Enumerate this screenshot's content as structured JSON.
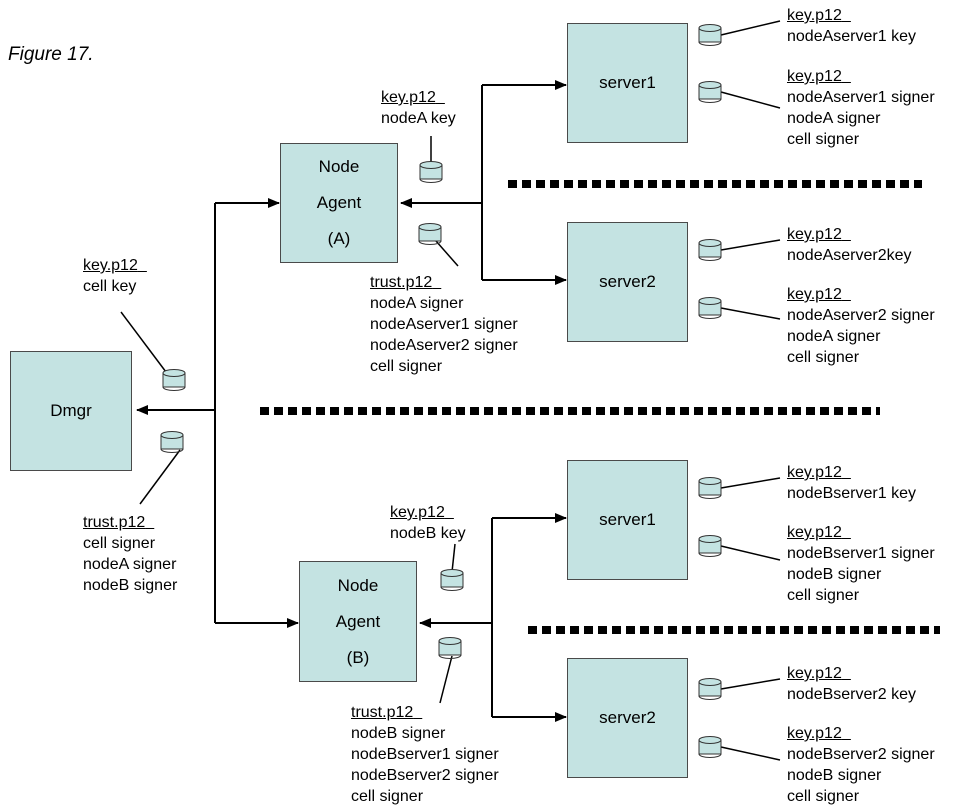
{
  "figure_caption": "Figure 17.",
  "dmgr": {
    "label": "Dmgr",
    "key": {
      "file": "key.p12",
      "entries": [
        "cell key"
      ]
    },
    "trust": {
      "file": "trust.p12",
      "entries": [
        "cell signer",
        "nodeA signer",
        "nodeB signer"
      ]
    }
  },
  "node_a": {
    "agent_line1": "Node",
    "agent_line2": "Agent",
    "agent_line3": "(A)",
    "key": {
      "file": "key.p12",
      "entries": [
        "nodeA key"
      ]
    },
    "trust": {
      "file": "trust.p12",
      "entries": [
        "nodeA signer",
        "nodeAserver1 signer",
        "nodeAserver2 signer",
        "cell signer"
      ]
    },
    "server1": {
      "label": "server1",
      "key": {
        "file": "key.p12",
        "entries": [
          "nodeAserver1 key"
        ]
      },
      "trust": {
        "file": "key.p12",
        "entries": [
          "nodeAserver1 signer",
          "nodeA signer",
          "cell signer"
        ]
      }
    },
    "server2": {
      "label": "server2",
      "key": {
        "file": "key.p12",
        "entries": [
          "nodeAserver2key"
        ]
      },
      "trust": {
        "file": "key.p12",
        "entries": [
          "nodeAserver2 signer",
          "nodeA signer",
          "cell signer"
        ]
      }
    }
  },
  "node_b": {
    "agent_line1": "Node",
    "agent_line2": "Agent",
    "agent_line3": "(B)",
    "key": {
      "file": "key.p12",
      "entries": [
        "nodeB key"
      ]
    },
    "trust": {
      "file": "trust.p12",
      "entries": [
        "nodeB signer",
        "nodeBserver1 signer",
        "nodeBserver2 signer",
        "cell signer"
      ]
    },
    "server1": {
      "label": "server1",
      "key": {
        "file": "key.p12",
        "entries": [
          "nodeBserver1 key"
        ]
      },
      "trust": {
        "file": "key.p12",
        "entries": [
          "nodeBserver1 signer",
          "nodeB signer",
          "cell signer"
        ]
      }
    },
    "server2": {
      "label": "server2",
      "key": {
        "file": "key.p12",
        "entries": [
          "nodeBserver2 key"
        ]
      },
      "trust": {
        "file": "key.p12",
        "entries": [
          "nodeBserver2 signer",
          "nodeB signer",
          "cell signer"
        ]
      }
    }
  },
  "colors": {
    "box_fill": "#c4e3e2",
    "line": "#000000"
  }
}
